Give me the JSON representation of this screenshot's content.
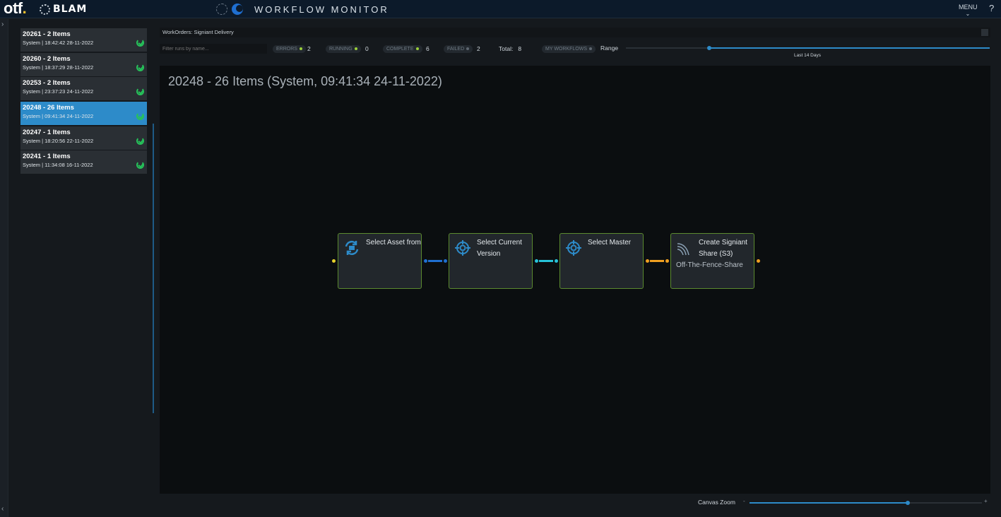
{
  "brand": {
    "otf": "otf",
    "otf_dot": ".",
    "blam": "BLAM"
  },
  "header": {
    "title": "WORKFLOW MONITOR",
    "menu_label": "MENU",
    "help_label": "?"
  },
  "runs": [
    {
      "title": "20261 - 2 Items",
      "subtitle": "System | 18:42:42 28-11-2022",
      "status": "complete",
      "selected": false
    },
    {
      "title": "20260 - 2 Items",
      "subtitle": "System | 18:37:29 28-11-2022",
      "status": "complete",
      "selected": false
    },
    {
      "title": "20253 - 2 Items",
      "subtitle": "System | 23:37:23 24-11-2022",
      "status": "complete",
      "selected": false
    },
    {
      "title": "20248 - 26 Items",
      "subtitle": "System | 09:41:34 24-11-2022",
      "status": "complete",
      "selected": true
    },
    {
      "title": "20247 - 1 Items",
      "subtitle": "System | 18:20:56 22-11-2022",
      "status": "complete",
      "selected": false
    },
    {
      "title": "20241 - 1 Items",
      "subtitle": "System | 11:34:08 16-11-2022",
      "status": "complete",
      "selected": false
    }
  ],
  "workorder": {
    "label": "WorkOrders: Signiant Delivery"
  },
  "filters": {
    "search_placeholder": "Filter runs by name...",
    "errors_label": "ERRORS",
    "errors_count": "2",
    "running_label": "RUNNING",
    "running_count": "0",
    "complete_label": "COMPLETE",
    "complete_count": "6",
    "failed_label": "FAILED",
    "failed_count": "2",
    "total_label": "Total:",
    "total_count": "8",
    "my_workflows_label": "MY WORKFLOWS",
    "range_label": "Range",
    "range_value": "Last 14 Days",
    "range_fraction": 0.23
  },
  "canvas": {
    "title": "20248 - 26 Items (System, 09:41:34 24-11-2022)",
    "nodes": [
      {
        "title": "Select Asset from",
        "subtitle": "",
        "icon": "sync-asset-icon"
      },
      {
        "title": "Select Current Version",
        "subtitle": "",
        "icon": "target-icon"
      },
      {
        "title": "Select Master",
        "subtitle": "",
        "icon": "target-icon"
      },
      {
        "title": "Create Signiant Share (S3)",
        "subtitle": "Off-The-Fence-Share",
        "icon": "signiant-icon"
      }
    ],
    "colors": {
      "node_border": "#5b8a2f",
      "link_blue": "#1f6fd1",
      "link_cyan": "#27c3d8",
      "link_orange": "#f0a020",
      "port_yellow": "#e6d12a"
    }
  },
  "zoom": {
    "label": "Canvas Zoom",
    "minus": "-",
    "plus": "+",
    "fraction": 0.68
  },
  "colors": {
    "accent": "#2d8bc9",
    "status_ok": "#26c25a",
    "topbar": "#0c1a2a"
  }
}
